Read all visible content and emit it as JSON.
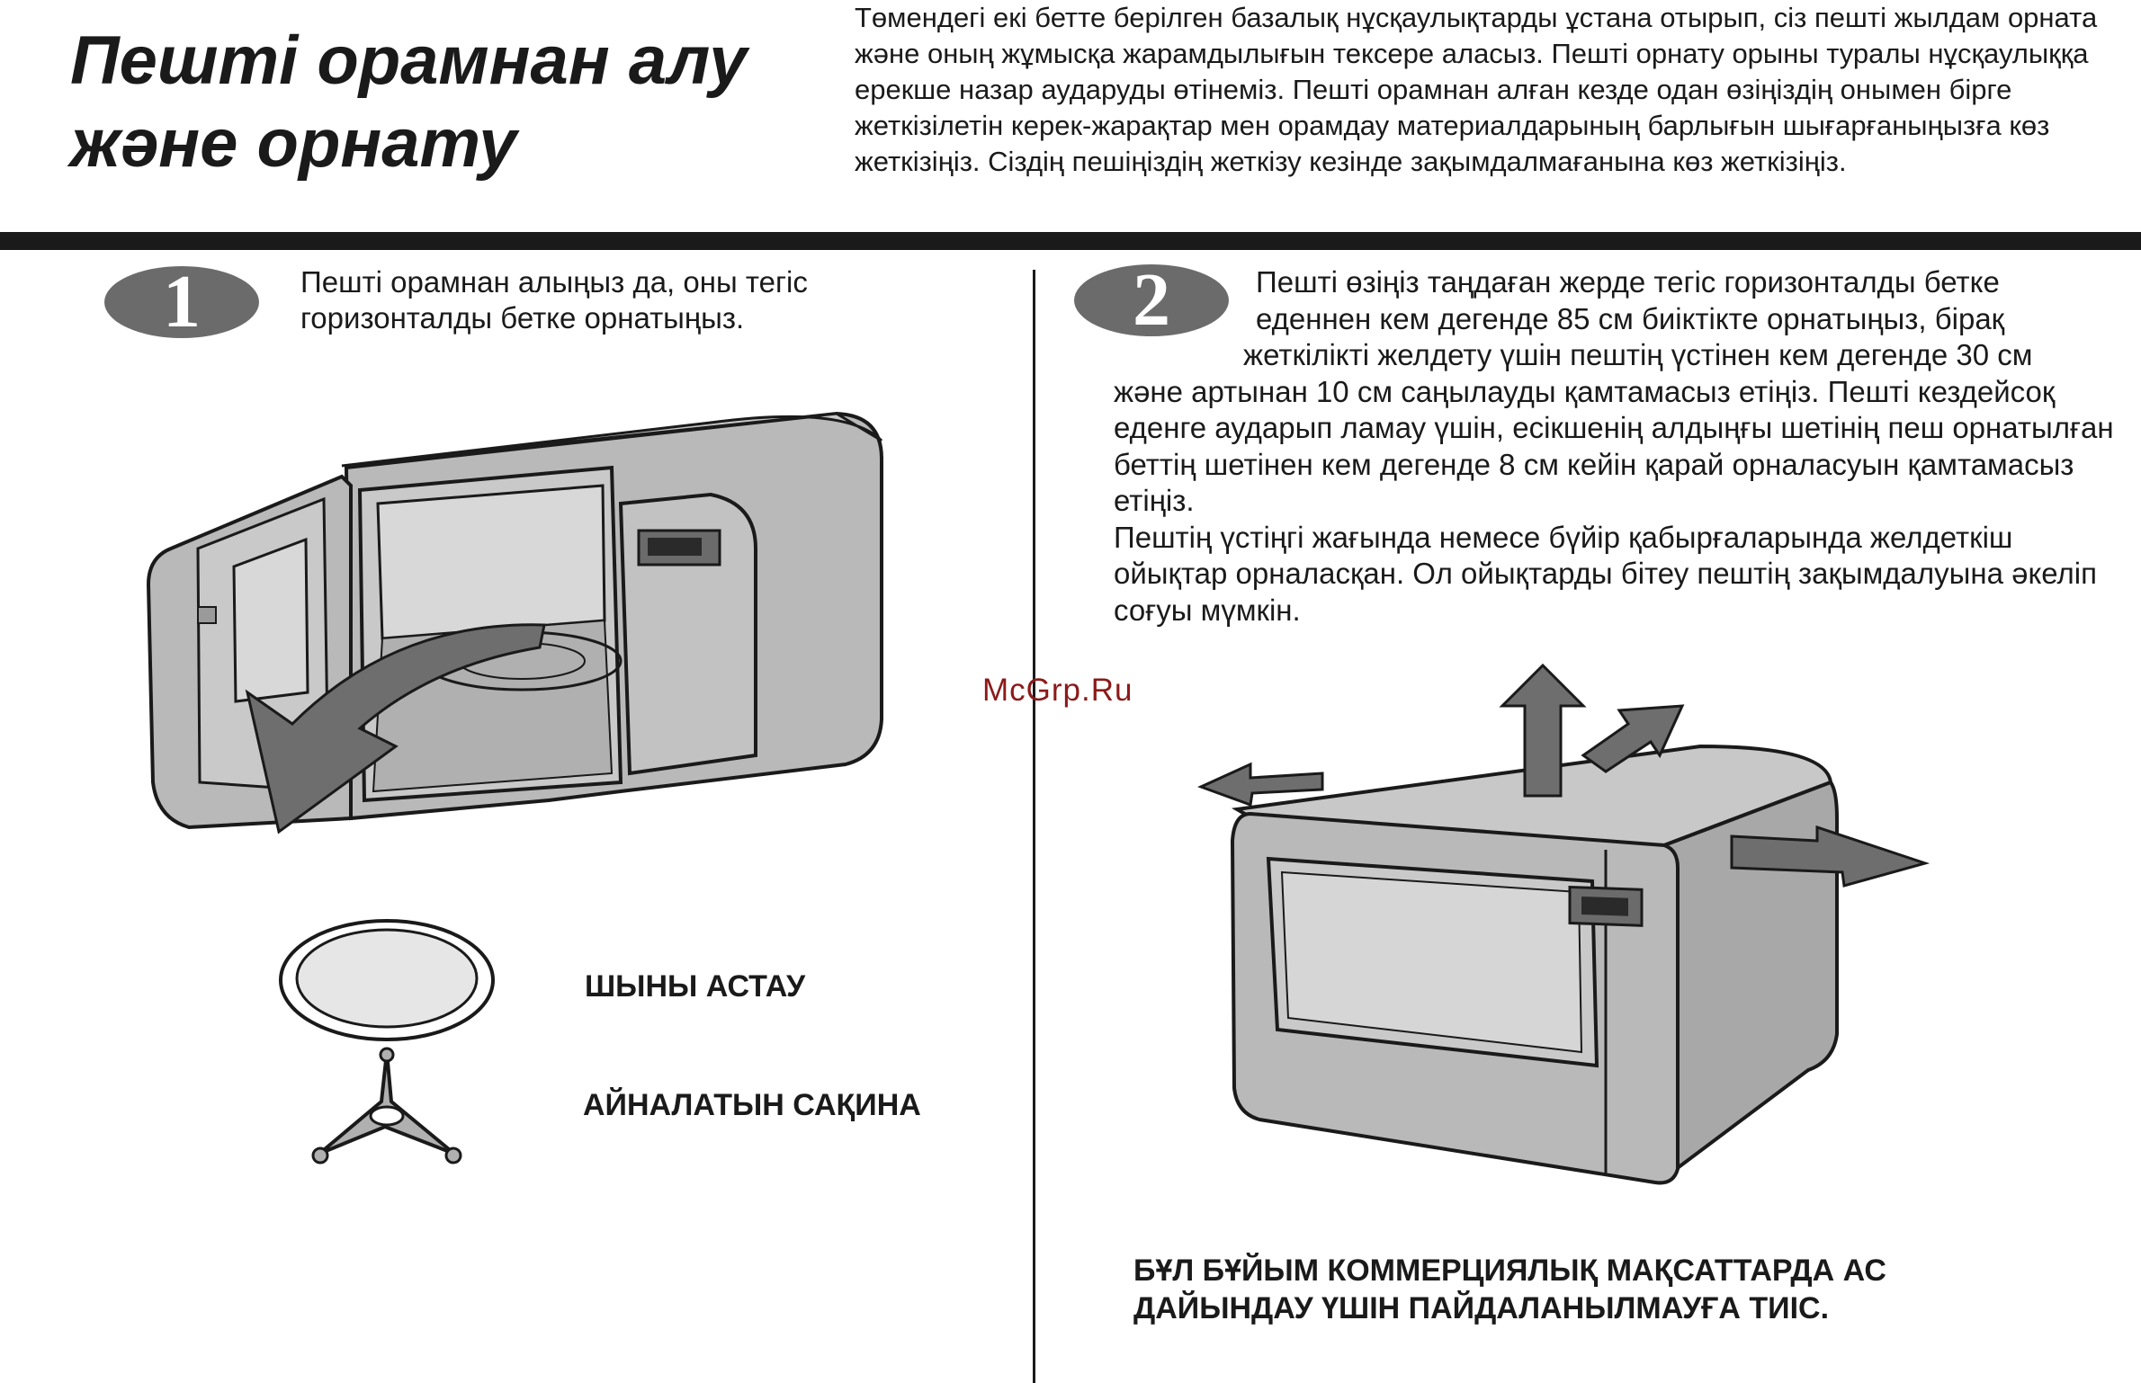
{
  "header": {
    "title_line1": "Пешті орамнан алу",
    "title_line2": "жəне орнату",
    "intro": "Төмендегі екі бетте берілген базалық нұсқаулықтарды ұстана отырып, сіз пешті жылдам орната жəне оның жұмысқа жарамдылығын тексере аласыз. Пешті орнату орыны туралы нұсқаулыққа ерекше назар аударуды өтінеміз. Пешті орамнан алған кезде одан өзіңіздің онымен бірге жеткізілетін керек-жарақтар мен орамдау материалдарының барлығын шығарғаныңызға көз жеткізіңіз. Сіздің пешіңіздің жеткізу кезінде зақымдалмағанына көз жеткізіңіз."
  },
  "step1": {
    "number": "1",
    "text": "Пешті орамнан алыңыз да, оны тегіс горизонталды бетке орнатыңыз.",
    "plate_label": "ШЫНЫ АСТАУ",
    "ring_label": "АЙНАЛАТЫН САҚИНА"
  },
  "step2": {
    "number": "2",
    "line1": "Пешті өзіңіз таңдаған жерде тегіс горизонталды бетке",
    "line2": "еденнен кем дегенде 85 см биіктікте орнатыңыз, бірақ",
    "line3": "жеткілікті желдету үшін пештің үстінен кем дегенде 30 см",
    "rest": "жəне артынан 10 см саңылауды қамтамасыз етіңіз. Пешті кездейсоқ еденге аударып ламау үшін, есікшенің алдыңғы шетінің пеш орнатылған беттің шетінен кем дегенде 8 см кейін қарай орналасуын қамтамасыз етіңіз.",
    "para2": "Пештің үстіңгі жағында немесе бүйір қабырғаларында желдеткіш ойықтар орналасқан. Ол ойықтарды бітеу пештің зақымдалуына əкеліп соғуы мүмкін."
  },
  "warning": {
    "line1": "БҰЛ БҰЙЫМ КОММЕРЦИЯЛЫҚ МАҚСАТТАРДА АС",
    "line2": "ДАЙЫНДАУ ҮШІН ПАЙДАЛАНЫЛМАУҒА ТИІС."
  },
  "watermark": "McGrp.Ru",
  "colors": {
    "ink": "#1a1a1a",
    "oven_fill": "#b9b9b9",
    "arrow_fill": "#6e6e6e",
    "badge_fill": "#6b6b6b"
  }
}
